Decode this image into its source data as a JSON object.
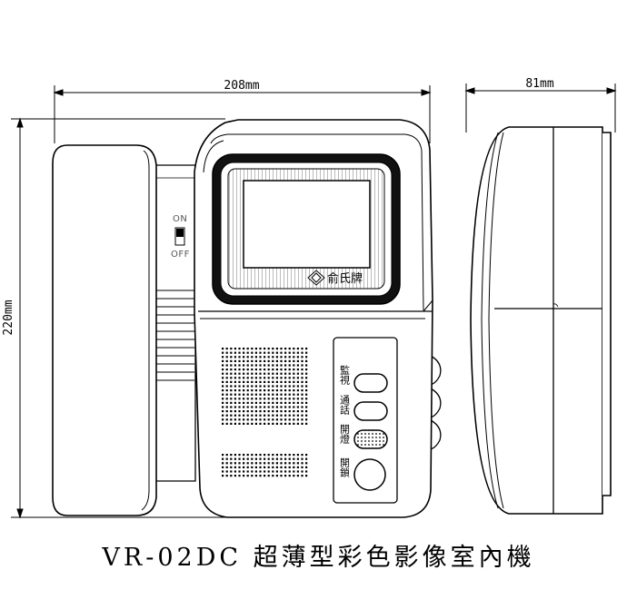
{
  "dimensions": {
    "width_label": "208mm",
    "depth_label": "81mm",
    "height_label": "220mm"
  },
  "switch": {
    "on_label": "ON",
    "off_label": "OFF"
  },
  "brand": {
    "name": "俞氏牌"
  },
  "buttons": [
    {
      "label": "監視"
    },
    {
      "label": "通話"
    },
    {
      "label": "開燈"
    },
    {
      "label": "開鎖"
    }
  ],
  "caption": "VR-02DC 超薄型彩色影像室內機",
  "colors": {
    "line": "#000000",
    "screen_frame": "#111111",
    "screen": "#ffffff"
  }
}
